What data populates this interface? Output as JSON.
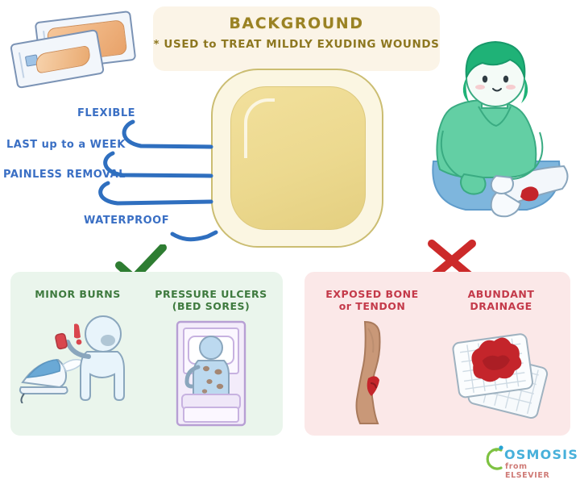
{
  "banner": {
    "title": "BACKGROUND",
    "subtitle": "* USED to TREAT MILDLY EXUDING WOUNDS"
  },
  "product": {
    "name": "hydrocolloid-dressing",
    "package_label": "sterile dressing packages"
  },
  "features": [
    {
      "label": "FLEXIBLE"
    },
    {
      "label": "LAST up to a WEEK"
    },
    {
      "label": "PAINLESS REMOVAL"
    },
    {
      "label": "WATERPROOF"
    }
  ],
  "scene": {
    "caregiver": "nurse-treating-leg-wound"
  },
  "panels": {
    "indicated": {
      "mark": "check",
      "mark_color": "#2e7d32",
      "background": "#eaf5ec",
      "items": [
        {
          "title": "MINOR BURNS",
          "art": "burn-figure-with-iron"
        },
        {
          "title": "PRESSURE ULCERS\n(BED SORES)",
          "art": "patient-in-bed-with-sores"
        }
      ]
    },
    "contraindicated": {
      "mark": "cross",
      "mark_color": "#cc2a2a",
      "background": "#fbe8e8",
      "items": [
        {
          "title": "EXPOSED BONE\nor TENDON",
          "art": "leg-with-open-wound"
        },
        {
          "title": "ABUNDANT\nDRAINAGE",
          "art": "blood-soaked-gauze"
        }
      ]
    }
  },
  "watermark": {
    "brand": "OSMOSIS",
    "sub": "from ELSEVIER"
  },
  "colors": {
    "banner_bg": "#FBF4E7",
    "banner_text": "#9A8223",
    "feature_text": "#3A6FC4",
    "connector": "#2F6FBF",
    "good_text": "#3E7A3E",
    "good_bg": "#EAF5EC",
    "bad_text": "#C43A4A",
    "bad_bg": "#FBE8E8",
    "dressing_pad": "#ECD98F",
    "dressing_border": "#FBF6E2",
    "scrubs_green": "#4FC99A",
    "watermark_blue": "#27A3D4"
  }
}
